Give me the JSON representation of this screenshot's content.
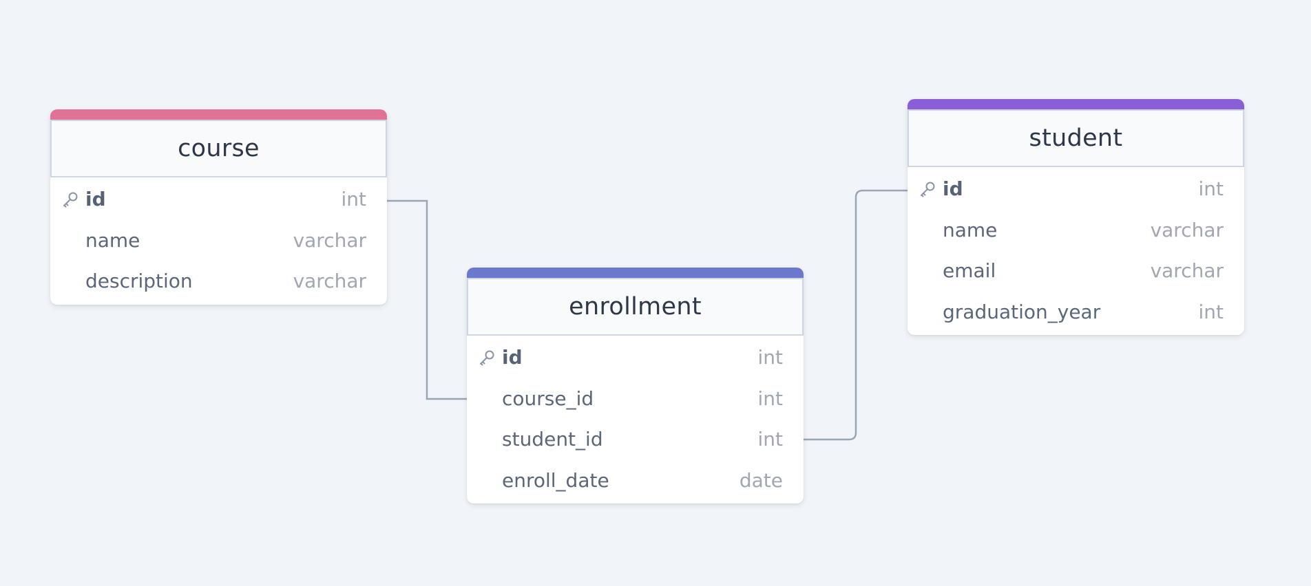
{
  "colors": {
    "background": "#f1f4f8",
    "connector": "#9aa6b6",
    "course_accent": "#e07395",
    "enrollment_accent": "#6b79cc",
    "student_accent": "#8a5fd6"
  },
  "tables": {
    "course": {
      "title": "course",
      "columns": [
        {
          "name": "id",
          "type": "int",
          "primary_key": true,
          "icon": "key-icon"
        },
        {
          "name": "name",
          "type": "varchar"
        },
        {
          "name": "description",
          "type": "varchar"
        }
      ]
    },
    "enrollment": {
      "title": "enrollment",
      "columns": [
        {
          "name": "id",
          "type": "int",
          "primary_key": true,
          "icon": "key-icon"
        },
        {
          "name": "course_id",
          "type": "int"
        },
        {
          "name": "student_id",
          "type": "int"
        },
        {
          "name": "enroll_date",
          "type": "date"
        }
      ]
    },
    "student": {
      "title": "student",
      "columns": [
        {
          "name": "id",
          "type": "int",
          "primary_key": true,
          "icon": "key-icon"
        },
        {
          "name": "name",
          "type": "varchar"
        },
        {
          "name": "email",
          "type": "varchar"
        },
        {
          "name": "graduation_year",
          "type": "int"
        }
      ]
    }
  },
  "relationships": [
    {
      "from": "course.id",
      "to": "enrollment.course_id"
    },
    {
      "from": "enrollment.student_id",
      "to": "student.id"
    }
  ]
}
